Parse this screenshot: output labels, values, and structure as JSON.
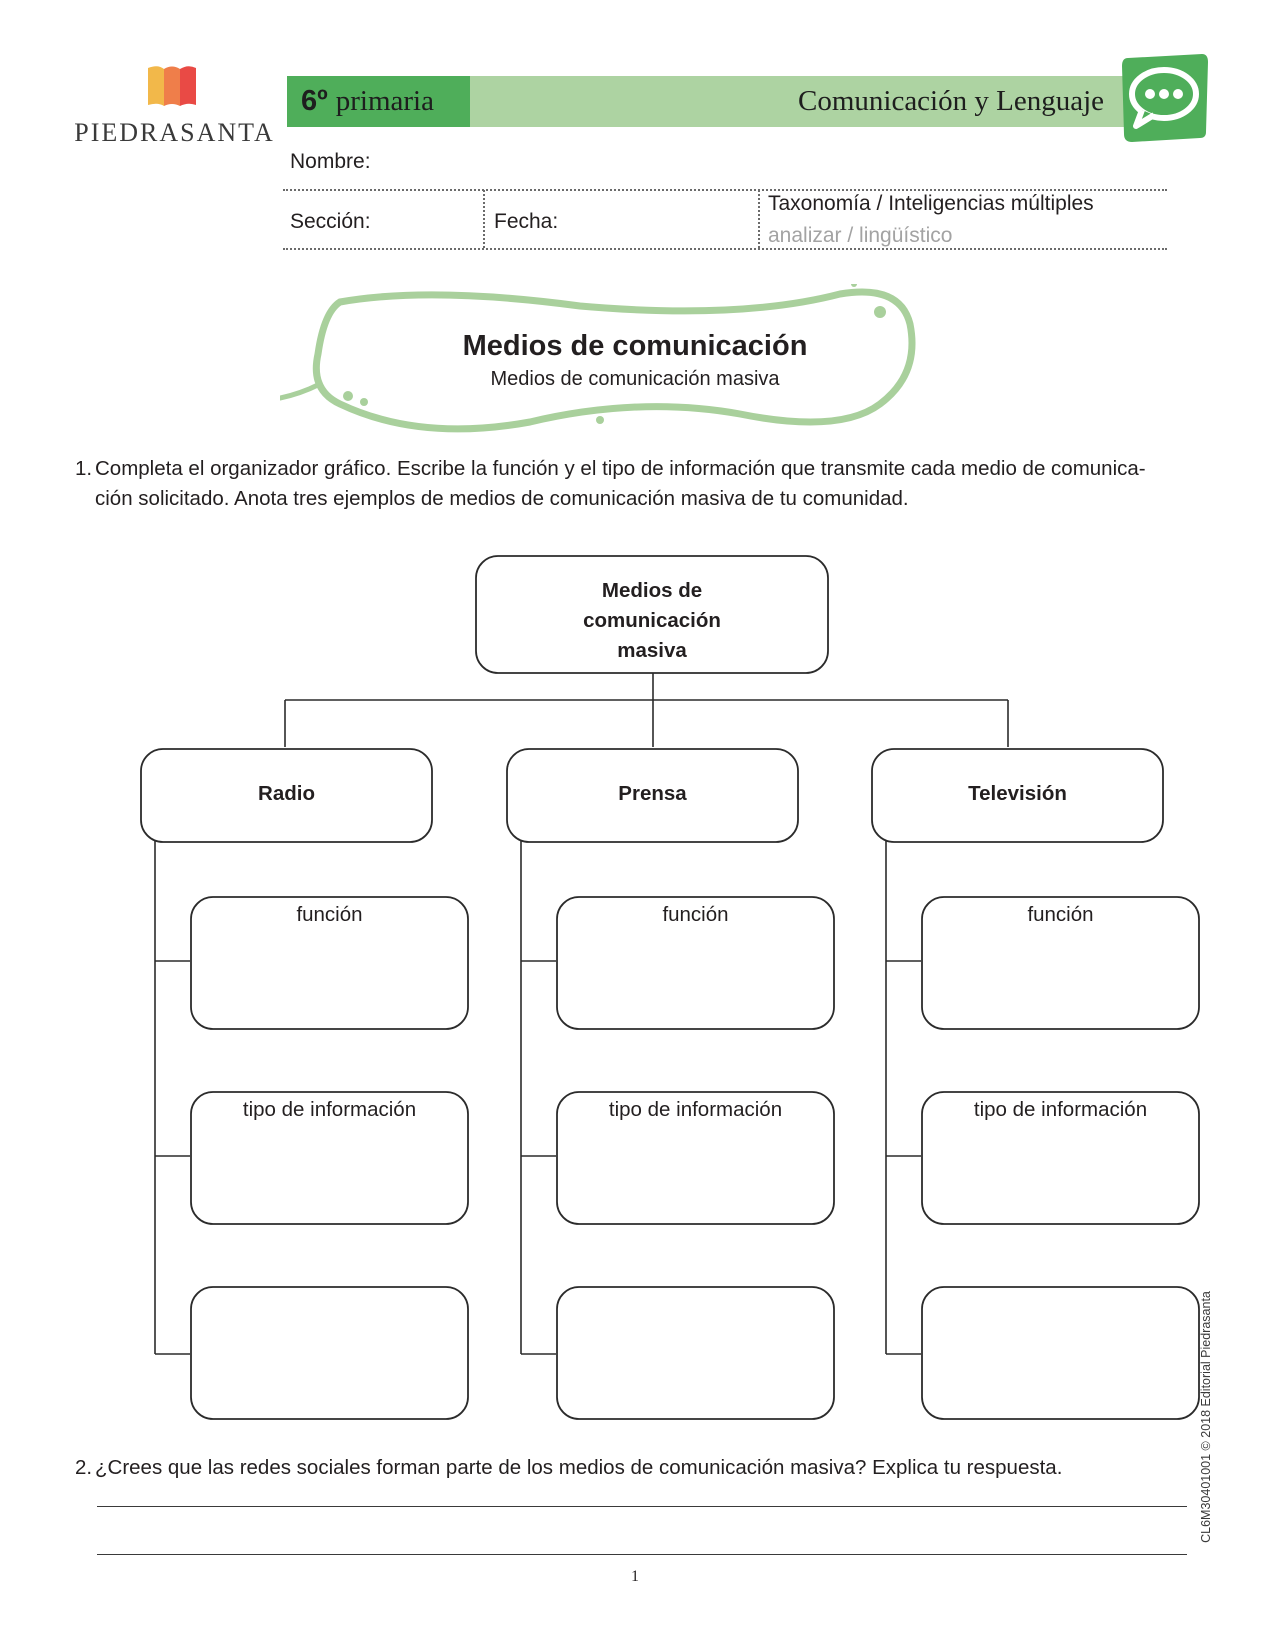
{
  "logo": {
    "brand": "PIEDRASANTA",
    "colors": {
      "yellow": "#f2b84a",
      "orange": "#ef7e4a",
      "red": "#e94a45"
    }
  },
  "header": {
    "grade_num": "6º",
    "grade_text": "primaria",
    "subject": "Comunicación y Lenguaje",
    "icon": "chat-bubble-icon",
    "colors": {
      "dark_green": "#4fae5a",
      "light_green": "#add3a2"
    }
  },
  "form": {
    "name_label": "Nombre:",
    "section_label": "Sección:",
    "date_label": "Fecha:",
    "taxonomy_label": "Taxonomía / Inteligencias múltiples",
    "taxonomy_value": "analizar / lingüístico"
  },
  "title": {
    "main": "Medios de comunicación",
    "sub": "Medios de comunicación masiva"
  },
  "q1": {
    "number": "1.",
    "line1": "Completa el organizador gráfico. Escribe la función y el tipo de información que transmite cada medio de comunica-",
    "line2": "ción solicitado. Anota tres ejemplos de  medios de comunicación masiva de tu comunidad."
  },
  "organizer": {
    "root": [
      "Medios de",
      "comunicación",
      "masiva"
    ],
    "branches": [
      {
        "name": "Radio",
        "funcion": "función",
        "tipo": "tipo de información"
      },
      {
        "name": "Prensa",
        "funcion": "función",
        "tipo": "tipo de información"
      },
      {
        "name": "Televisión",
        "funcion": "función",
        "tipo": "tipo de información"
      }
    ]
  },
  "q2": {
    "number": "2.",
    "text": "¿Crees que las redes sociales forman parte de los medios de comunicación masiva? Explica tu respuesta."
  },
  "footer": {
    "page": "1",
    "credit": "CL6M30401001 © 2018 Editorial Piedrasanta"
  }
}
